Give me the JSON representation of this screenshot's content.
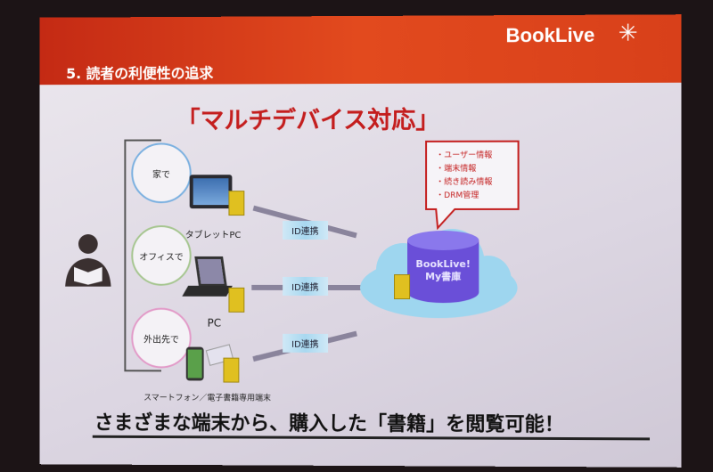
{
  "header": {
    "title": "5. 読者の利便性の追求",
    "logo": "BookLive"
  },
  "subtitle": "「マルチデバイス対応」",
  "locations": [
    {
      "label": "家で",
      "color": "#7ab0e0"
    },
    {
      "label": "オフィスで",
      "color": "#a6c690"
    },
    {
      "label": "外出先で",
      "color": "#e29ac8"
    }
  ],
  "devices": [
    "タブレットPC",
    "PC",
    "スマートフォン／電子書籍専用端末"
  ],
  "link_label": "ID連携",
  "database": {
    "line1": "BookLive!",
    "line2": "My書庫"
  },
  "callout": [
    "ユーザー情報",
    "端末情報",
    "続き読み情報",
    "DRM管理"
  ],
  "bottom_text": "さまざまな端末から、購入した「書籍」を閲覧可能！"
}
